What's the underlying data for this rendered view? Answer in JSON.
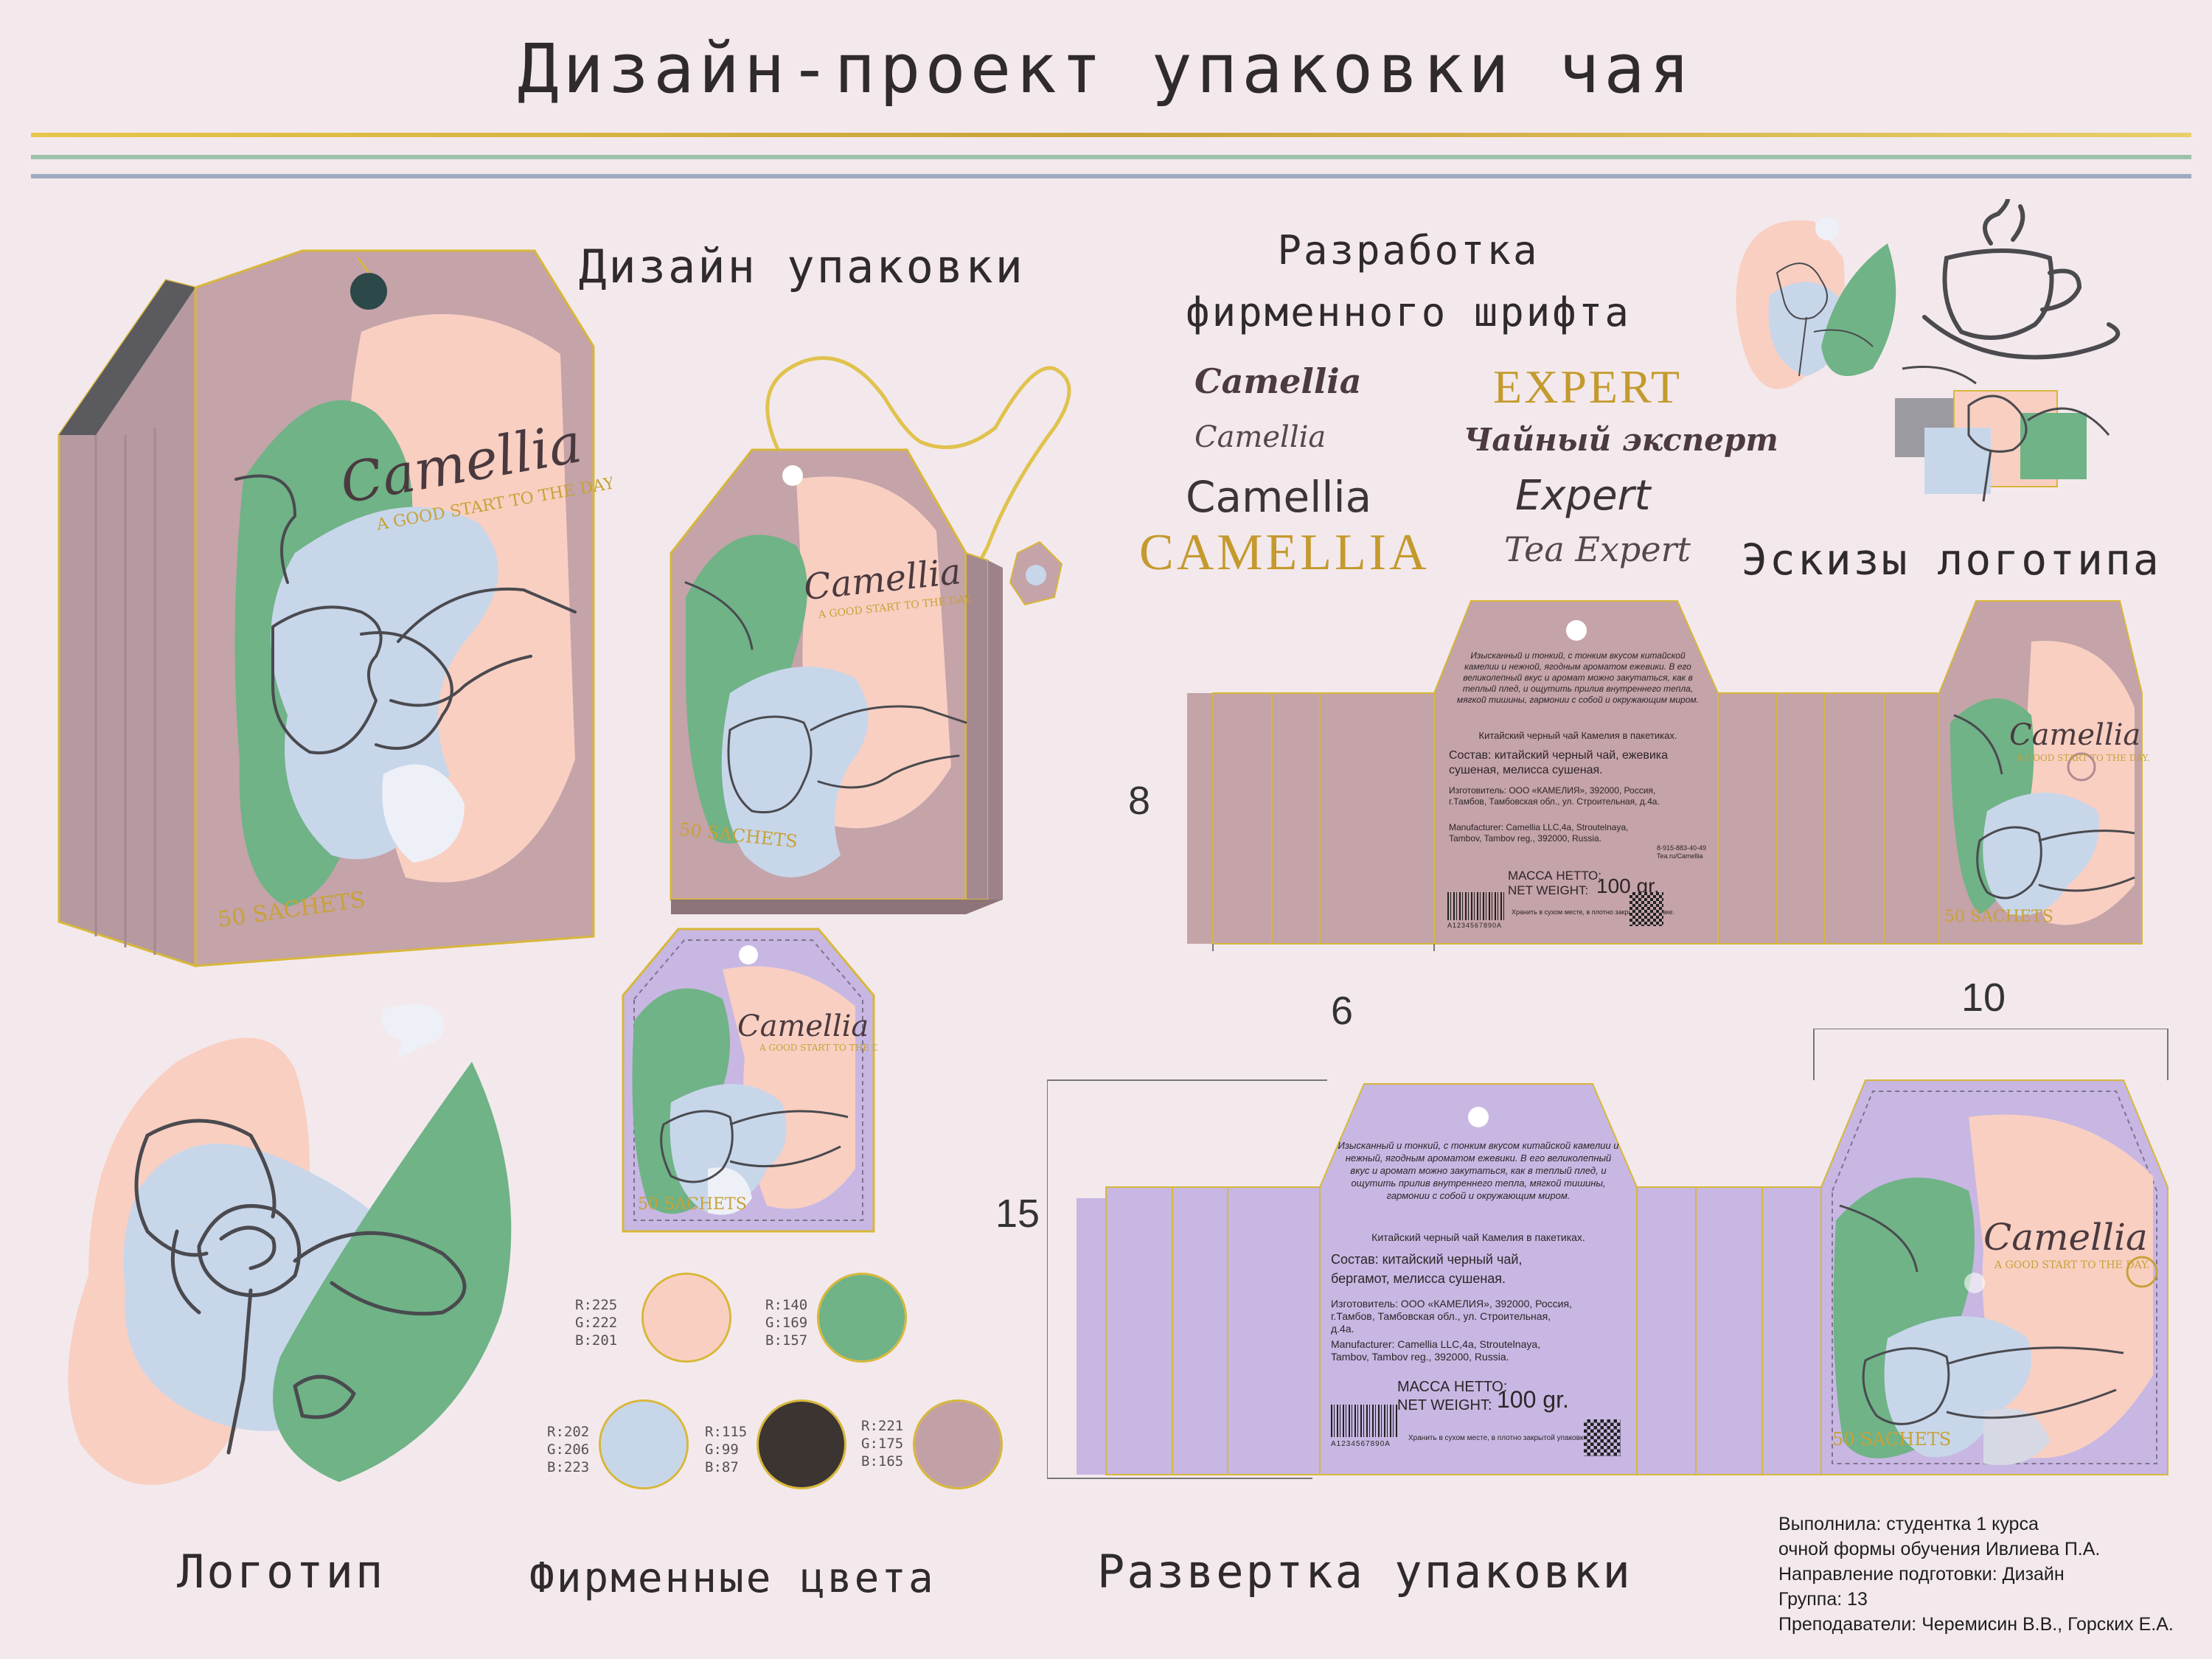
{
  "title": "Дизайн-проект упаковки чая",
  "captions": {
    "package_design": "Дизайн упаковки",
    "font_development": "Разработка\nфирменного шрифта",
    "logo_sketches": "Эскизы логотипа",
    "logo": "Логотип",
    "brand_colors": "Фирменные цвета",
    "unfolding": "Развертка упаковки"
  },
  "fonts_samples": {
    "left": [
      "Camellia",
      "Camellia",
      "Camellia",
      "CAMELLIA"
    ],
    "right": [
      "EXPERT",
      "Чайный эксперт",
      "Expert",
      "Tea Expert"
    ]
  },
  "brand": {
    "name": "Camellia",
    "slogan": "A GOOD START TO THE DAY.",
    "sachets": "50 SACHETS"
  },
  "swatches": [
    {
      "label": "R:225\nG:222\nB:201",
      "color": "#f9cfc2"
    },
    {
      "label": "R:140\nG:169\nB:157",
      "color": "#6fb387"
    },
    {
      "label": "R:202\nG:206\nB:223",
      "color": "#c8d6ea"
    },
    {
      "label": "R:115\nG:99\nB:87",
      "color": "#3b3430"
    },
    {
      "label": "R:221\nG:175\nB:165",
      "color": "#c1a1a6"
    }
  ],
  "colors": {
    "background": "#f3e9ec",
    "box_pink": "#c4a3a9",
    "box_lilac": "#c7b7e2",
    "peach": "#f9cfc2",
    "green": "#6fb387",
    "blue": "#c8d6ea",
    "gold": "#d8b73a",
    "dark": "#4a4a4f"
  },
  "unfold_pink": {
    "description": "Изысканный и тонкий, с тонким вкусом китайской камелии и нежной, ягодным ароматом ежевики. В его великолепный вкус и аромат можно закутаться, как в теплый плед, и ощутить прилив внутреннего тепла, мягкой тишины, гармонии с собой и окружающим миром.",
    "product": "Китайский черный чай Камелия в пакетиках.",
    "composition": "Состав: китайский черный чай, ежевика сушеная, мелисса сушеная.",
    "maker_ru": "Изготовитель: ООО «КАМЕЛИЯ», 392000, Россия, г.Тамбов, Тамбовская обл., ул. Строительная, д.4а.",
    "maker_en": "Manufacturer: Camellia LLC,4a, Stroutelnaya, Tambov, Tambov reg., 392000, Russia.",
    "weight_ru": "МАССА НЕТТО:",
    "weight_en": "NET WEIGHT:",
    "weight": "100 gr.",
    "storage": "Хранить в сухом месте, в плотно закрытой упаковке.",
    "barcode": "A1234567890A",
    "contact": "8-915-883-40-49\nTea.ru/Camellia",
    "dim_height": "8",
    "dim_width": "6",
    "dim_front": "10"
  },
  "unfold_lilac": {
    "description": "Изысканный и тонкий, с тонким вкусом китайской камелии и нежный, ягодным ароматом ежевики. В его великолепный вкус и аромат можно закутаться, как в теплый плед, и ощутить прилив внутреннего тепла, мягкой тишины, гармонии с собой и окружающим миром.",
    "product": "Китайский черный чай Камелия в пакетиках.",
    "composition": "Состав: китайский черный чай, бергамот, мелисса сушеная.",
    "maker_ru": "Изготовитель: ООО «КАМЕЛИЯ», 392000, Россия, г.Тамбов, Тамбовская обл., ул. Строительная, д.4а.",
    "maker_en": "Manufacturer: Camellia LLC,4a, Stroutelnaya, Tambov, Tambov reg., 392000, Russia.",
    "weight_ru": "МАССА НЕТТО:",
    "weight_en": "NET WEIGHT:",
    "weight": "100 gr.",
    "storage": "Хранить в сухом месте, в плотно закрытой упаковке.",
    "barcode": "A1234567890A",
    "dim_height": "15"
  },
  "author_info": [
    "Выполнила: студентка 1 курса",
    "очной формы обучения Ивлиева П.А.",
    "Направление подготовки: Дизайн",
    "Группа: 13",
    "Преподаватели: Черемисин В.В., Горских Е.А."
  ]
}
